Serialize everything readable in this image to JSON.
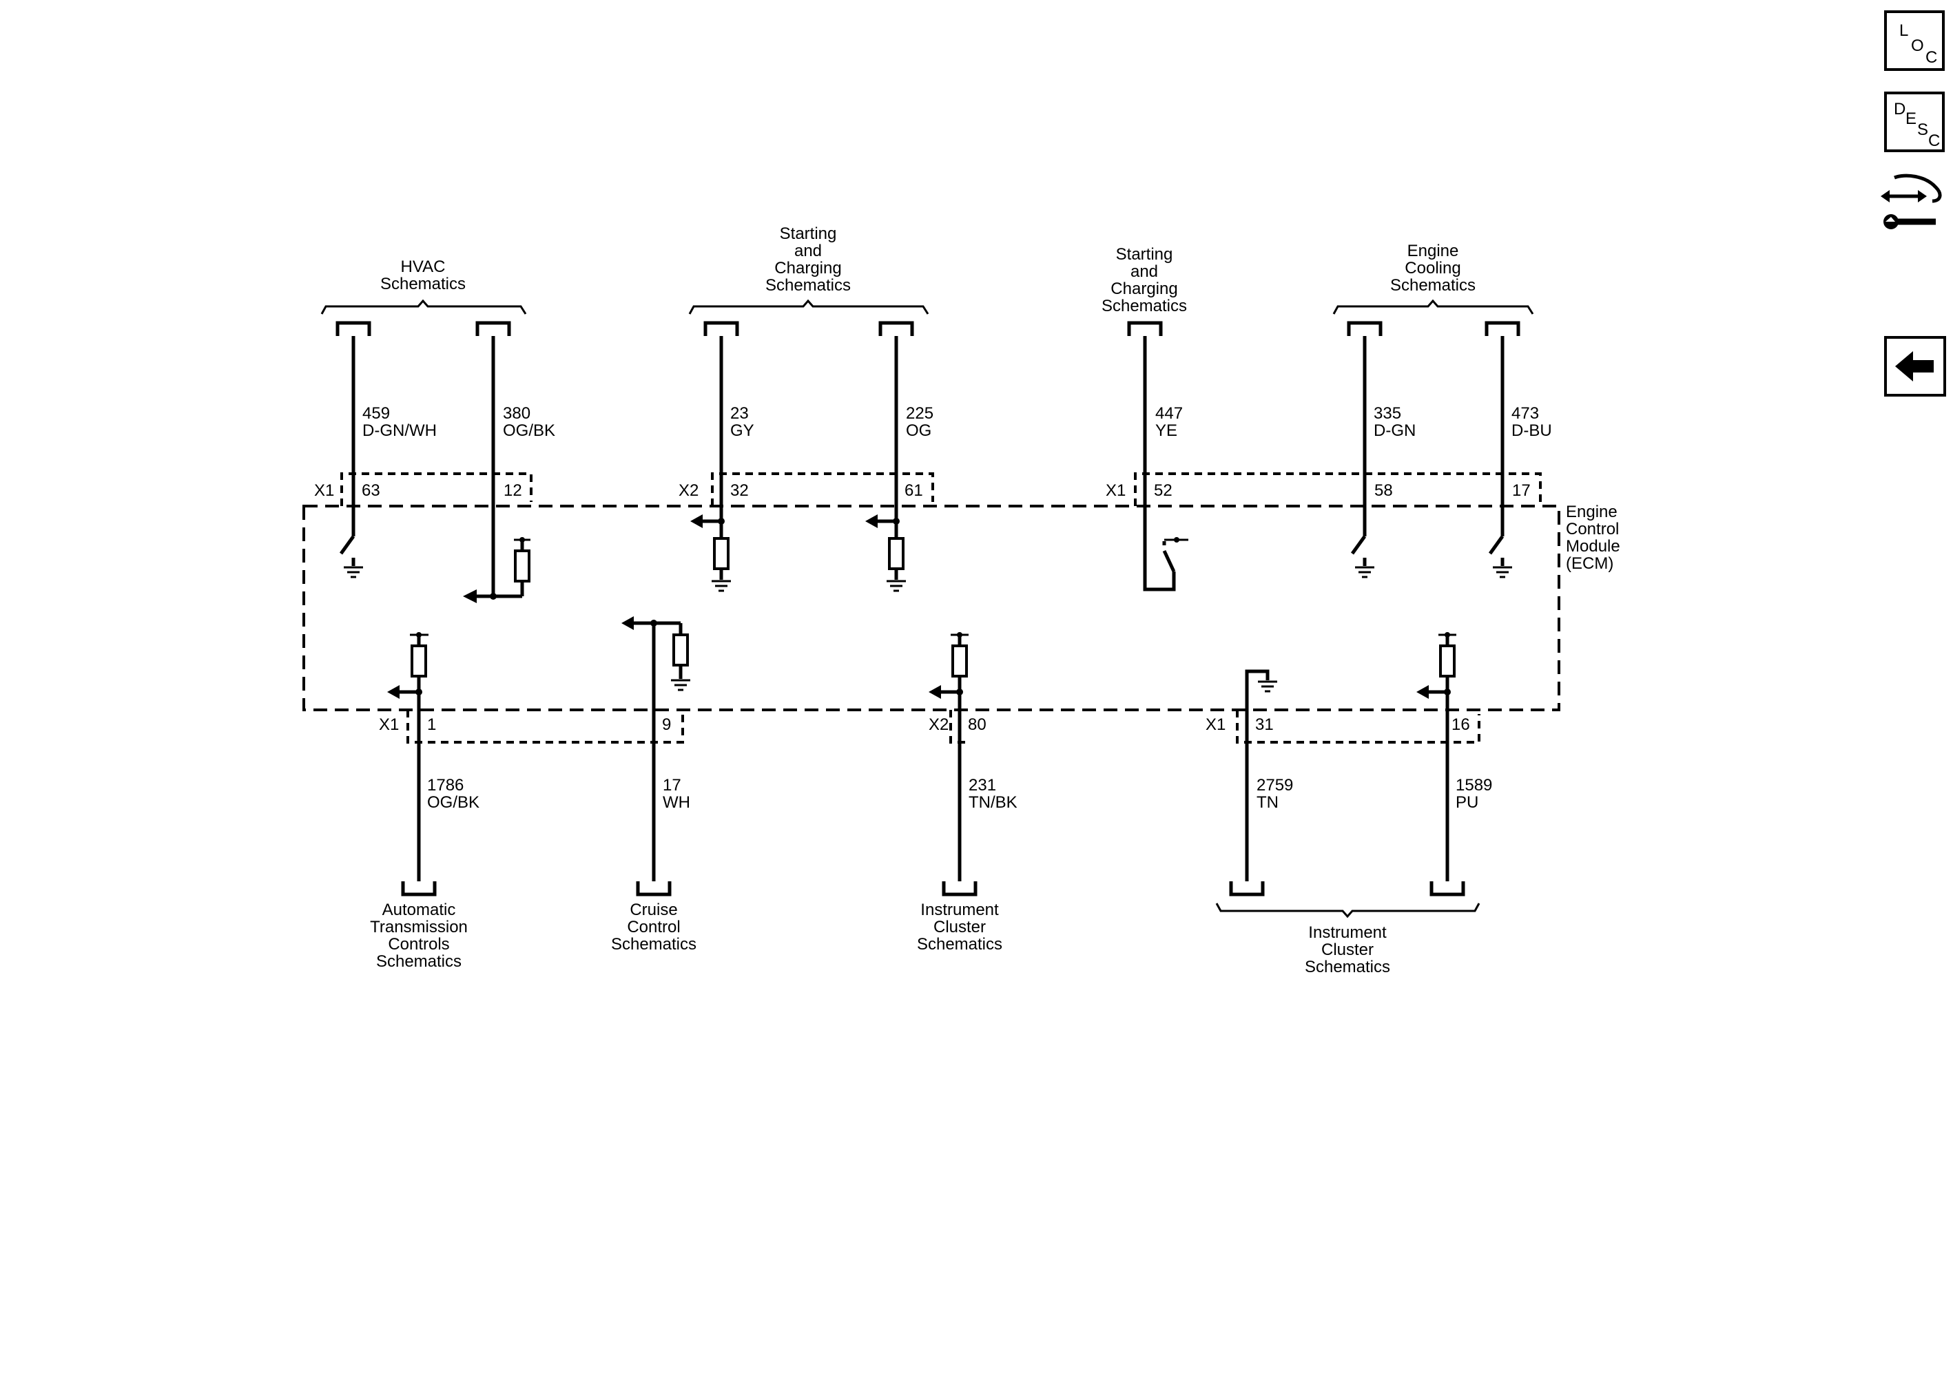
{
  "toolbar": {
    "loc": {
      "l1": "L",
      "l2": "O",
      "l3": "C"
    },
    "desc": {
      "l1": "D",
      "l2": "E",
      "l3": "S",
      "l4": "C"
    },
    "icons": [
      "loc-button",
      "desc-button",
      "help-icon",
      "back-arrow-icon"
    ]
  },
  "diagram": {
    "module": {
      "l1": "Engine",
      "l2": "Control",
      "l3": "Module",
      "l4": "(ECM)"
    },
    "top_groups": [
      {
        "l1": "HVAC",
        "l2": "Schematics"
      },
      {
        "l1": "Starting",
        "l2": "and",
        "l3": "Charging",
        "l4": "Schematics"
      },
      {
        "l1": "Starting",
        "l2": "and",
        "l3": "Charging",
        "l4": "Schematics"
      },
      {
        "l1": "Engine",
        "l2": "Cooling",
        "l3": "Schematics"
      }
    ],
    "bottom_groups": [
      {
        "l1": "Automatic",
        "l2": "Transmission",
        "l3": "Controls",
        "l4": "Schematics"
      },
      {
        "l1": "Cruise",
        "l2": "Control",
        "l3": "Schematics"
      },
      {
        "l1": "Instrument",
        "l2": "Cluster",
        "l3": "Schematics"
      },
      {
        "l1": "Instrument",
        "l2": "Cluster",
        "l3": "Schematics"
      }
    ],
    "top_connectors": [
      {
        "name": "X1",
        "pins": [
          "63",
          "12"
        ]
      },
      {
        "name": "X2",
        "pins": [
          "32",
          "61"
        ]
      },
      {
        "name": "X1",
        "pins": [
          "52",
          "58",
          "17"
        ]
      }
    ],
    "bottom_connectors": [
      {
        "name": "X1",
        "pins": [
          "1",
          "9"
        ]
      },
      {
        "name": "X2",
        "pins": [
          "80"
        ]
      },
      {
        "name": "X1",
        "pins": [
          "31",
          "16"
        ]
      }
    ],
    "top_wires": [
      {
        "circuit": "459",
        "color": "D-GN/WH"
      },
      {
        "circuit": "380",
        "color": "OG/BK"
      },
      {
        "circuit": "23",
        "color": "GY"
      },
      {
        "circuit": "225",
        "color": "OG"
      },
      {
        "circuit": "447",
        "color": "YE"
      },
      {
        "circuit": "335",
        "color": "D-GN"
      },
      {
        "circuit": "473",
        "color": "D-BU"
      }
    ],
    "bottom_wires": [
      {
        "circuit": "1786",
        "color": "OG/BK"
      },
      {
        "circuit": "17",
        "color": "WH"
      },
      {
        "circuit": "231",
        "color": "TN/BK"
      },
      {
        "circuit": "2759",
        "color": "TN"
      },
      {
        "circuit": "1589",
        "color": "PU"
      }
    ]
  }
}
